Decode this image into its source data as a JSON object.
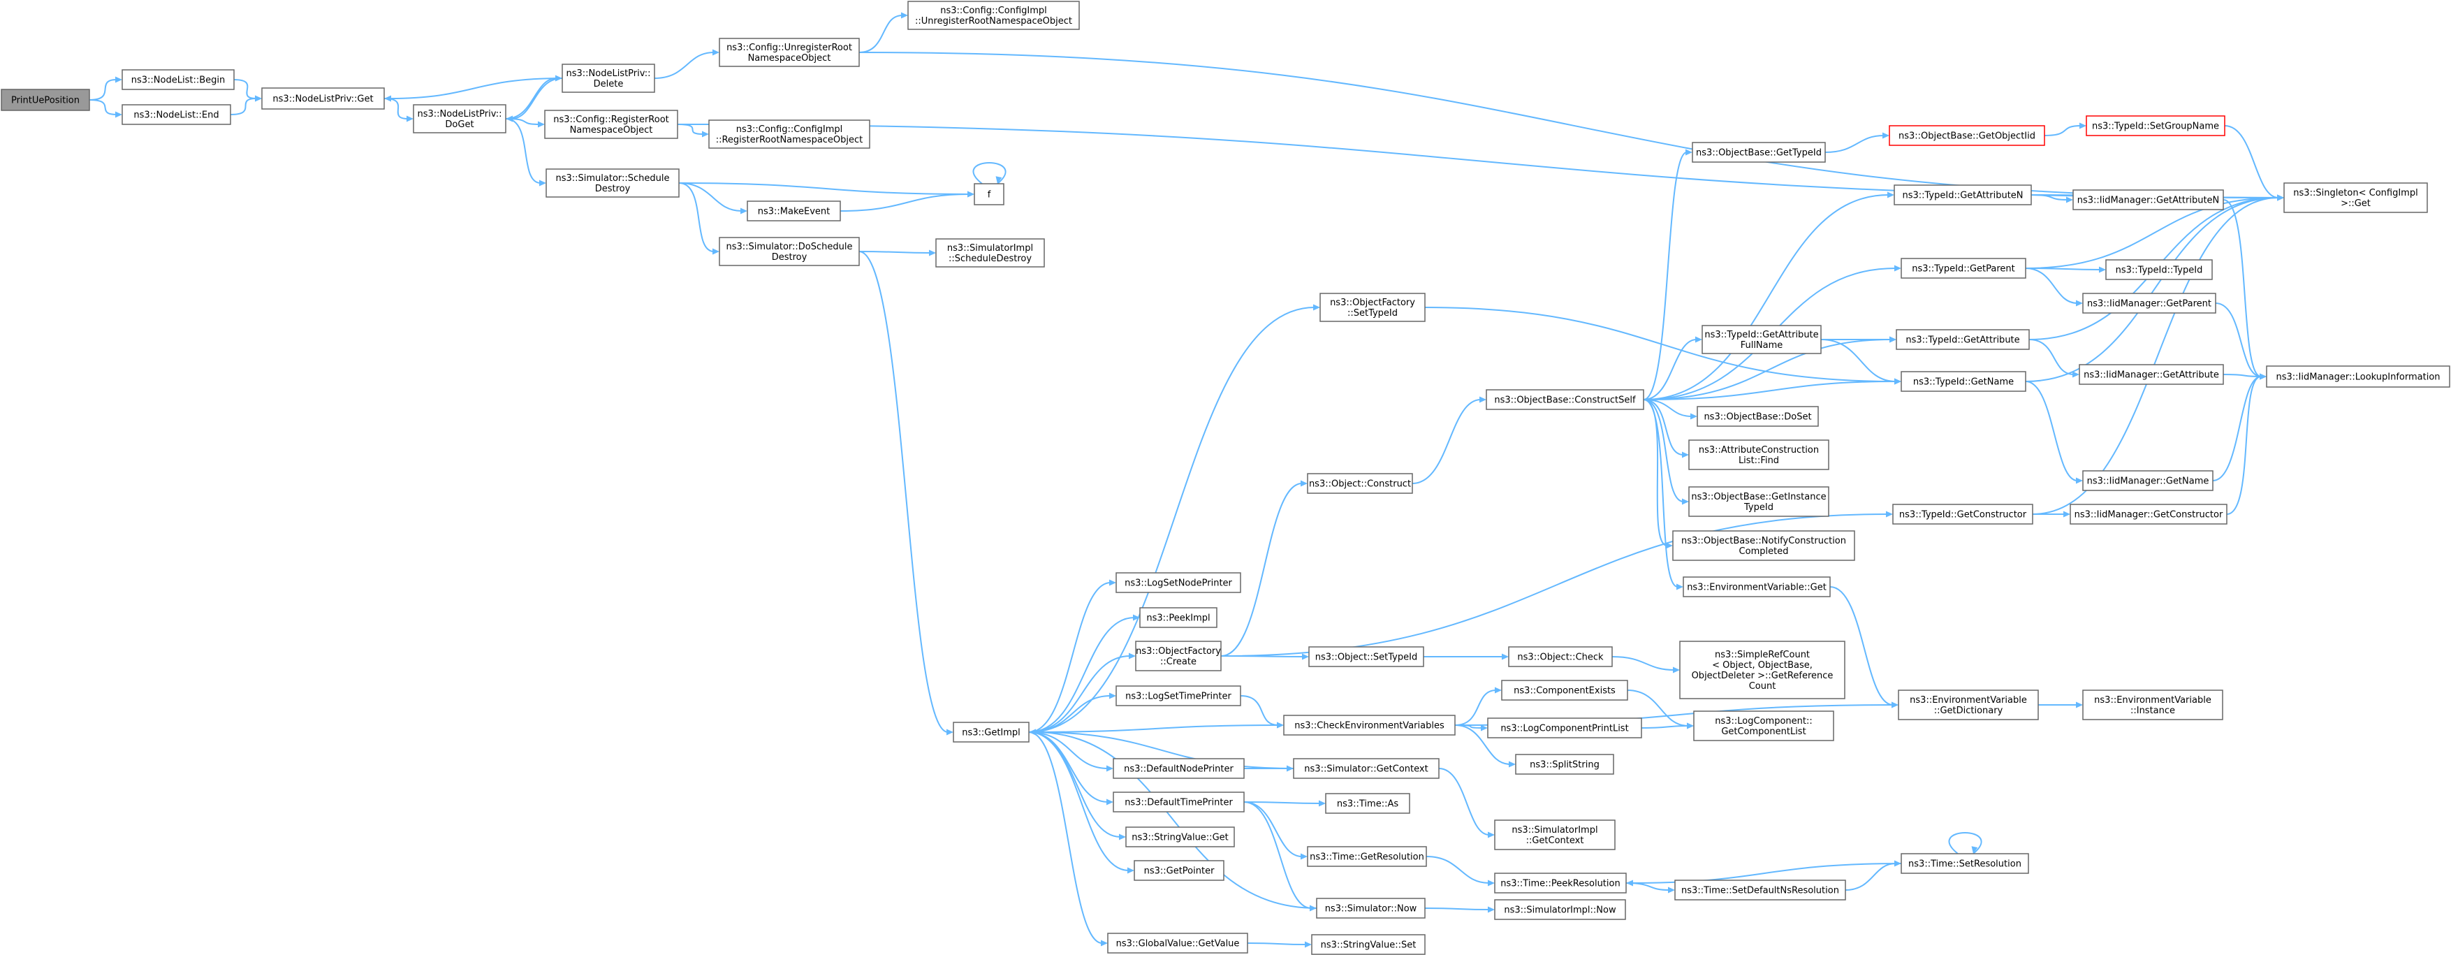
{
  "colors": {
    "edge": "#63b8ff",
    "node_border": "#666666",
    "root_fill": "#999999",
    "highlight_border": "#ff0000",
    "background": "#ffffff"
  },
  "nodes": [
    {
      "id": "printue",
      "lines": [
        "PrintUePosition"
      ],
      "style": "root"
    },
    {
      "id": "nl_begin",
      "lines": [
        "ns3::NodeList::Begin"
      ]
    },
    {
      "id": "nl_end",
      "lines": [
        "ns3::NodeList::End"
      ]
    },
    {
      "id": "nlp_get",
      "lines": [
        "ns3::NodeListPriv::Get"
      ]
    },
    {
      "id": "nlp_delete",
      "lines": [
        "ns3::NodeListPriv::",
        "Delete"
      ]
    },
    {
      "id": "nlp_doget",
      "lines": [
        "ns3::NodeListPriv::",
        "DoGet"
      ]
    },
    {
      "id": "cfg_unreg",
      "lines": [
        "ns3::Config::UnregisterRoot",
        "NamespaceObject"
      ]
    },
    {
      "id": "cfgimpl_unreg",
      "lines": [
        "ns3::Config::ConfigImpl",
        "::UnregisterRootNamespaceObject"
      ]
    },
    {
      "id": "cfg_reg",
      "lines": [
        "ns3::Config::RegisterRoot",
        "NamespaceObject"
      ]
    },
    {
      "id": "cfgimpl_reg",
      "lines": [
        "ns3::Config::ConfigImpl",
        "::RegisterRootNamespaceObject"
      ]
    },
    {
      "id": "sim_schedd",
      "lines": [
        "ns3::Simulator::Schedule",
        "Destroy"
      ]
    },
    {
      "id": "f",
      "lines": [
        "f"
      ]
    },
    {
      "id": "makeevent",
      "lines": [
        "ns3::MakeEvent"
      ]
    },
    {
      "id": "sim_doschedd",
      "lines": [
        "ns3::Simulator::DoSchedule",
        "Destroy"
      ]
    },
    {
      "id": "simimpl_schedd",
      "lines": [
        "ns3::SimulatorImpl",
        "::ScheduleDestroy"
      ]
    },
    {
      "id": "singleton",
      "lines": [
        "ns3::Singleton< ConfigImpl",
        ">::Get"
      ]
    },
    {
      "id": "ob_gettypeid",
      "lines": [
        "ns3::ObjectBase::GetTypeId"
      ]
    },
    {
      "id": "ob_getobjtid",
      "lines": [
        "ns3::ObjectBase::GetObjectIid"
      ],
      "style": "red"
    },
    {
      "id": "tid_setgroup",
      "lines": [
        "ns3::TypeId::SetGroupName"
      ],
      "style": "red"
    },
    {
      "id": "tid_getattrn",
      "lines": [
        "ns3::TypeId::GetAttributeN"
      ]
    },
    {
      "id": "iid_getattrn",
      "lines": [
        "ns3::IidManager::GetAttributeN"
      ]
    },
    {
      "id": "tid_getparent",
      "lines": [
        "ns3::TypeId::GetParent"
      ]
    },
    {
      "id": "tid_typeid",
      "lines": [
        "ns3::TypeId::TypeId"
      ]
    },
    {
      "id": "iid_getparent",
      "lines": [
        "ns3::IidManager::GetParent"
      ]
    },
    {
      "id": "of_settypeid",
      "lines": [
        "ns3::ObjectFactory",
        "::SetTypeId"
      ]
    },
    {
      "id": "tid_getattrfull",
      "lines": [
        "ns3::TypeId::GetAttribute",
        "FullName"
      ]
    },
    {
      "id": "tid_getattr",
      "lines": [
        "ns3::TypeId::GetAttribute"
      ]
    },
    {
      "id": "iid_getattr",
      "lines": [
        "ns3::IidManager::GetAttribute"
      ]
    },
    {
      "id": "iid_lookup",
      "lines": [
        "ns3::IidManager::LookupInformation"
      ]
    },
    {
      "id": "ob_construct",
      "lines": [
        "ns3::ObjectBase::ConstructSelf"
      ]
    },
    {
      "id": "tid_getname",
      "lines": [
        "ns3::TypeId::GetName"
      ]
    },
    {
      "id": "ob_doset",
      "lines": [
        "ns3::ObjectBase::DoSet"
      ]
    },
    {
      "id": "attr_find",
      "lines": [
        "ns3::AttributeConstruction",
        "List::Find"
      ]
    },
    {
      "id": "iid_getname",
      "lines": [
        "ns3::IidManager::GetName"
      ]
    },
    {
      "id": "obj_construct",
      "lines": [
        "ns3::Object::Construct"
      ]
    },
    {
      "id": "ob_getinst",
      "lines": [
        "ns3::ObjectBase::GetInstance",
        "TypeId"
      ]
    },
    {
      "id": "tid_getctor",
      "lines": [
        "ns3::TypeId::GetConstructor"
      ]
    },
    {
      "id": "iid_getctor",
      "lines": [
        "ns3::IidManager::GetConstructor"
      ]
    },
    {
      "id": "ob_notify",
      "lines": [
        "ns3::ObjectBase::NotifyConstruction",
        "Completed"
      ]
    },
    {
      "id": "logsetnode",
      "lines": [
        "ns3::LogSetNodePrinter"
      ]
    },
    {
      "id": "envvar_get",
      "lines": [
        "ns3::EnvironmentVariable::Get"
      ]
    },
    {
      "id": "peekimpl",
      "lines": [
        "ns3::PeekImpl"
      ]
    },
    {
      "id": "of_create",
      "lines": [
        "ns3::ObjectFactory",
        "::Create"
      ]
    },
    {
      "id": "obj_settypeid",
      "lines": [
        "ns3::Object::SetTypeId"
      ]
    },
    {
      "id": "obj_check",
      "lines": [
        "ns3::Object::Check"
      ]
    },
    {
      "id": "srefcount",
      "lines": [
        "ns3::SimpleRefCount",
        "< Object, ObjectBase,",
        "ObjectDeleter >::GetReference",
        "Count"
      ]
    },
    {
      "id": "comp_exists",
      "lines": [
        "ns3::ComponentExists"
      ]
    },
    {
      "id": "logsettime",
      "lines": [
        "ns3::LogSetTimePrinter"
      ]
    },
    {
      "id": "envvar_dict",
      "lines": [
        "ns3::EnvironmentVariable",
        "::GetDictionary"
      ]
    },
    {
      "id": "envvar_inst",
      "lines": [
        "ns3::EnvironmentVariable",
        "::Instance"
      ]
    },
    {
      "id": "checkenv",
      "lines": [
        "ns3::CheckEnvironmentVariables"
      ]
    },
    {
      "id": "logcompprint",
      "lines": [
        "ns3::LogComponentPrintList"
      ]
    },
    {
      "id": "logcomp_getlist",
      "lines": [
        "ns3::LogComponent::",
        "GetComponentList"
      ]
    },
    {
      "id": "getimpl",
      "lines": [
        "ns3::GetImpl"
      ]
    },
    {
      "id": "splitstring",
      "lines": [
        "ns3::SplitString"
      ]
    },
    {
      "id": "defnodeprinter",
      "lines": [
        "ns3::DefaultNodePrinter"
      ]
    },
    {
      "id": "sim_getctx",
      "lines": [
        "ns3::Simulator::GetContext"
      ]
    },
    {
      "id": "deftimeprinter",
      "lines": [
        "ns3::DefaultTimePrinter"
      ]
    },
    {
      "id": "time_as",
      "lines": [
        "ns3::Time::As"
      ]
    },
    {
      "id": "simimpl_getctx",
      "lines": [
        "ns3::SimulatorImpl",
        "::GetContext"
      ]
    },
    {
      "id": "strval_get",
      "lines": [
        "ns3::StringValue::Get"
      ]
    },
    {
      "id": "time_getres",
      "lines": [
        "ns3::Time::GetResolution"
      ]
    },
    {
      "id": "time_setres",
      "lines": [
        "ns3::Time::SetResolution"
      ]
    },
    {
      "id": "time_peekres",
      "lines": [
        "ns3::Time::PeekResolution"
      ]
    },
    {
      "id": "time_setdefns",
      "lines": [
        "ns3::Time::SetDefaultNsResolution"
      ]
    },
    {
      "id": "getpointer",
      "lines": [
        "ns3::GetPointer"
      ]
    },
    {
      "id": "sim_now",
      "lines": [
        "ns3::Simulator::Now"
      ]
    },
    {
      "id": "simimpl_now",
      "lines": [
        "ns3::SimulatorImpl::Now"
      ]
    },
    {
      "id": "gv_getvalue",
      "lines": [
        "ns3::GlobalValue::GetValue"
      ]
    },
    {
      "id": "strval_set",
      "lines": [
        "ns3::StringValue::Set"
      ]
    }
  ],
  "edges": [
    [
      "printue",
      "nl_begin"
    ],
    [
      "printue",
      "nl_end"
    ],
    [
      "nl_begin",
      "nlp_get"
    ],
    [
      "nl_end",
      "nlp_get"
    ],
    [
      "nlp_get",
      "nlp_doget"
    ],
    [
      "nlp_delete",
      "nlp_get"
    ],
    [
      "nlp_doget",
      "nlp_delete"
    ],
    [
      "nlp_delete",
      "nlp_doget"
    ],
    [
      "nlp_delete",
      "cfg_unreg"
    ],
    [
      "cfg_unreg",
      "cfgimpl_unreg"
    ],
    [
      "cfg_unreg",
      "singleton"
    ],
    [
      "nlp_doget",
      "cfg_reg"
    ],
    [
      "cfg_reg",
      "cfgimpl_reg"
    ],
    [
      "cfg_reg",
      "singleton"
    ],
    [
      "nlp_doget",
      "sim_schedd"
    ],
    [
      "sim_schedd",
      "f"
    ],
    [
      "sim_schedd",
      "makeevent"
    ],
    [
      "sim_schedd",
      "sim_doschedd"
    ],
    [
      "makeevent",
      "f"
    ],
    [
      "f",
      "f"
    ],
    [
      "sim_doschedd",
      "simimpl_schedd"
    ],
    [
      "sim_doschedd",
      "getimpl"
    ],
    [
      "getimpl",
      "of_settypeid"
    ],
    [
      "getimpl",
      "logsetnode"
    ],
    [
      "getimpl",
      "peekimpl"
    ],
    [
      "getimpl",
      "of_create"
    ],
    [
      "getimpl",
      "logsettime"
    ],
    [
      "getimpl",
      "defnodeprinter"
    ],
    [
      "getimpl",
      "deftimeprinter"
    ],
    [
      "getimpl",
      "strval_get"
    ],
    [
      "getimpl",
      "getpointer"
    ],
    [
      "getimpl",
      "gv_getvalue"
    ],
    [
      "getimpl",
      "checkenv"
    ],
    [
      "of_settypeid",
      "tid_getname"
    ],
    [
      "of_create",
      "obj_construct"
    ],
    [
      "of_create",
      "obj_settypeid"
    ],
    [
      "of_create",
      "tid_getctor"
    ],
    [
      "obj_construct",
      "ob_construct"
    ],
    [
      "obj_settypeid",
      "obj_check"
    ],
    [
      "obj_check",
      "srefcount"
    ],
    [
      "ob_construct",
      "ob_gettypeid"
    ],
    [
      "ob_construct",
      "tid_getattrn"
    ],
    [
      "ob_construct",
      "tid_getparent"
    ],
    [
      "ob_construct",
      "tid_getattrfull"
    ],
    [
      "ob_construct",
      "tid_getattr"
    ],
    [
      "ob_construct",
      "tid_getname"
    ],
    [
      "ob_construct",
      "ob_doset"
    ],
    [
      "ob_construct",
      "attr_find"
    ],
    [
      "ob_construct",
      "ob_getinst"
    ],
    [
      "ob_construct",
      "ob_notify"
    ],
    [
      "ob_construct",
      "envvar_get"
    ],
    [
      "ob_gettypeid",
      "ob_getobjtid"
    ],
    [
      "ob_getobjtid",
      "tid_setgroup"
    ],
    [
      "tid_setgroup",
      "singleton"
    ],
    [
      "tid_getattrn",
      "iid_getattrn"
    ],
    [
      "tid_getattrn",
      "singleton"
    ],
    [
      "iid_getattrn",
      "iid_lookup"
    ],
    [
      "tid_getparent",
      "tid_typeid"
    ],
    [
      "tid_getparent",
      "iid_getparent"
    ],
    [
      "tid_getparent",
      "singleton"
    ],
    [
      "iid_getparent",
      "iid_lookup"
    ],
    [
      "tid_getattrfull",
      "tid_getattr"
    ],
    [
      "tid_getattrfull",
      "tid_getname"
    ],
    [
      "tid_getattr",
      "iid_getattr"
    ],
    [
      "tid_getattr",
      "singleton"
    ],
    [
      "iid_getattr",
      "iid_lookup"
    ],
    [
      "tid_getname",
      "iid_getname"
    ],
    [
      "tid_getname",
      "singleton"
    ],
    [
      "iid_getname",
      "iid_lookup"
    ],
    [
      "tid_getctor",
      "iid_getctor"
    ],
    [
      "tid_getctor",
      "singleton"
    ],
    [
      "iid_getctor",
      "iid_lookup"
    ],
    [
      "envvar_get",
      "envvar_dict"
    ],
    [
      "envvar_dict",
      "envvar_inst"
    ],
    [
      "logsettime",
      "checkenv"
    ],
    [
      "checkenv",
      "comp_exists"
    ],
    [
      "checkenv",
      "logcompprint"
    ],
    [
      "checkenv",
      "splitstring"
    ],
    [
      "checkenv",
      "envvar_dict"
    ],
    [
      "comp_exists",
      "logcomp_getlist"
    ],
    [
      "logcompprint",
      "logcomp_getlist"
    ],
    [
      "defnodeprinter",
      "sim_getctx"
    ],
    [
      "sim_getctx",
      "getimpl"
    ],
    [
      "sim_getctx",
      "simimpl_getctx"
    ],
    [
      "deftimeprinter",
      "time_as"
    ],
    [
      "deftimeprinter",
      "time_getres"
    ],
    [
      "deftimeprinter",
      "sim_now"
    ],
    [
      "time_getres",
      "time_peekres"
    ],
    [
      "time_setres",
      "time_peekres"
    ],
    [
      "time_setres",
      "time_setres"
    ],
    [
      "time_peekres",
      "time_setdefns"
    ],
    [
      "time_setdefns",
      "time_setres"
    ],
    [
      "sim_now",
      "getimpl"
    ],
    [
      "sim_now",
      "simimpl_now"
    ],
    [
      "gv_getvalue",
      "strval_set"
    ]
  ]
}
